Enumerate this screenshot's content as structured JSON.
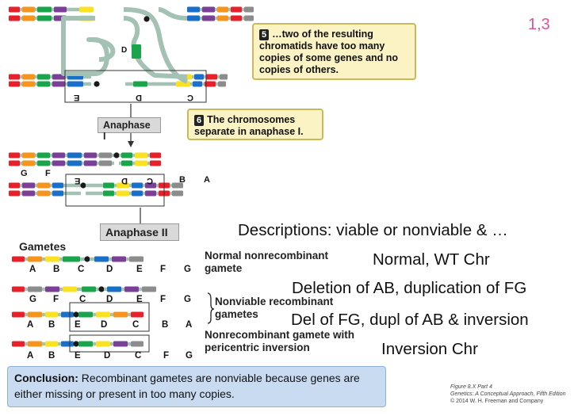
{
  "corner_number": "1,3",
  "callout5": {
    "number": "5",
    "text": "…two of the resulting chromatids have too many copies of some genes and no copies of others."
  },
  "callout6": {
    "number": "6",
    "text": "The chromosomes separate in anaphase I."
  },
  "stage_labels": {
    "anaphase1": "Anaphase I",
    "anaphase2": "Anaphase II"
  },
  "loop_gene_label": "D",
  "top_pair_labels": [
    "E",
    "D",
    "C"
  ],
  "anaphase1_labels": [
    "G",
    "F",
    "E",
    "D",
    "C",
    "B",
    "A"
  ],
  "descriptions_heading": "Descriptions:  viable or nonviable & …",
  "gametes_title": "Gametes",
  "gametes": [
    {
      "labels": [
        "A",
        "B",
        "C",
        "D",
        "E",
        "F",
        "G"
      ],
      "desc": "Normal nonrecombinant gamete",
      "note": "Normal, WT Chr"
    },
    {
      "labels": [
        "G",
        "F",
        "C",
        "D",
        "E",
        "F",
        "G"
      ],
      "desc": "",
      "note": "Deletion of AB, duplication of FG"
    },
    {
      "labels": [
        "A",
        "B",
        "E",
        "D",
        "C",
        "B",
        "A"
      ],
      "desc": "",
      "note": "Del of FG, dupl of AB & inversion"
    },
    {
      "labels": [
        "A",
        "B",
        "E",
        "D",
        "C",
        "F",
        "G"
      ],
      "desc": "Nonrecombinant gamete with pericentric inversion",
      "note": "Inversion Chr"
    }
  ],
  "nonviable_label": "Nonviable recombinant gametes",
  "conclusion": {
    "bold": "Conclusion:",
    "text": " Recombinant gametes are nonviable because genes are either missing or present in too many copies."
  },
  "credit": [
    "Figure 8.X Part 4",
    "Genetics: A Conceptual Approach, Fifth Edition",
    "© 2014 W. H. Freeman and Company"
  ],
  "colors": {
    "red": "#e8202a",
    "orange": "#f7941d",
    "yellow": "#fbe221",
    "green": "#1aa54b",
    "blue": "#1a6fc9",
    "purple": "#7b3f98",
    "gray": "#8c8c8c",
    "strand": "#a3c2b4"
  }
}
